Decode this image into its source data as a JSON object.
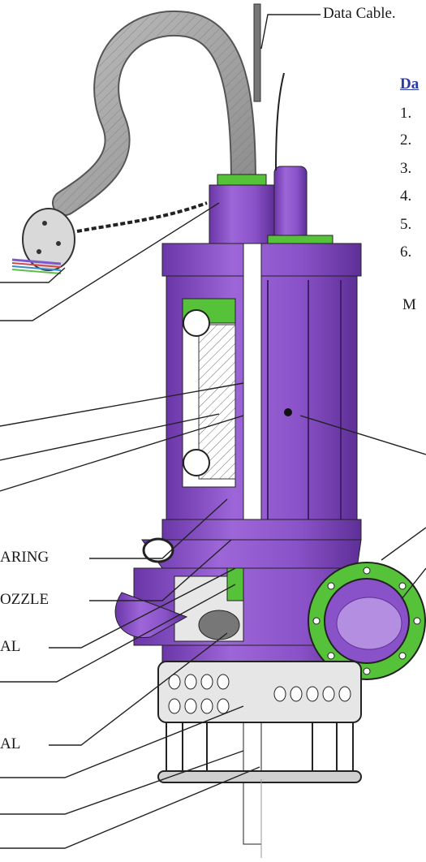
{
  "labels": {
    "data_cable": "Data Cable.",
    "bearing": "ARING",
    "nozzle": "OZZLE",
    "seal_upper": "AL",
    "seal_lower": "AL",
    "partial_heading": "Da",
    "partial_note": "M"
  },
  "list_numbers": [
    "1.",
    "2.",
    "3.",
    "4.",
    "5.",
    "6."
  ],
  "colors": {
    "body": "#8a52c8",
    "body_dark": "#5e2f97",
    "body_light": "#b48ee0",
    "accent_green": "#56c23a",
    "heading": "#2b3aa5",
    "line": "#222222"
  }
}
